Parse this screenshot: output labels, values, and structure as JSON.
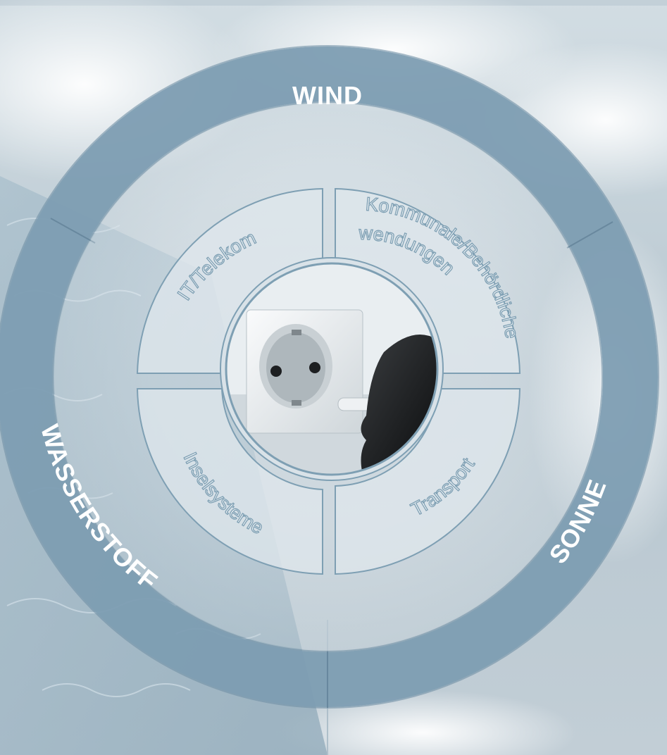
{
  "outer_ring": {
    "top_label": "WIND",
    "right_label": "SONNE",
    "left_label": "WASSERSTOFF",
    "color": "#7d9db2"
  },
  "segments": {
    "top_left": "IT/Telekom",
    "top_right_line1": "Kommunale/Behördliche",
    "top_right_line2": "Anwendungen",
    "bottom_left": "Inselsysteme",
    "bottom_right": "Transport"
  },
  "center": {
    "image": "power-socket-and-plug"
  },
  "colors": {
    "segment_fill": "#dfe7ec",
    "segment_stroke": "#7e9fb3",
    "sky_top": "#c7d3db",
    "water": "#9fb6c4"
  }
}
